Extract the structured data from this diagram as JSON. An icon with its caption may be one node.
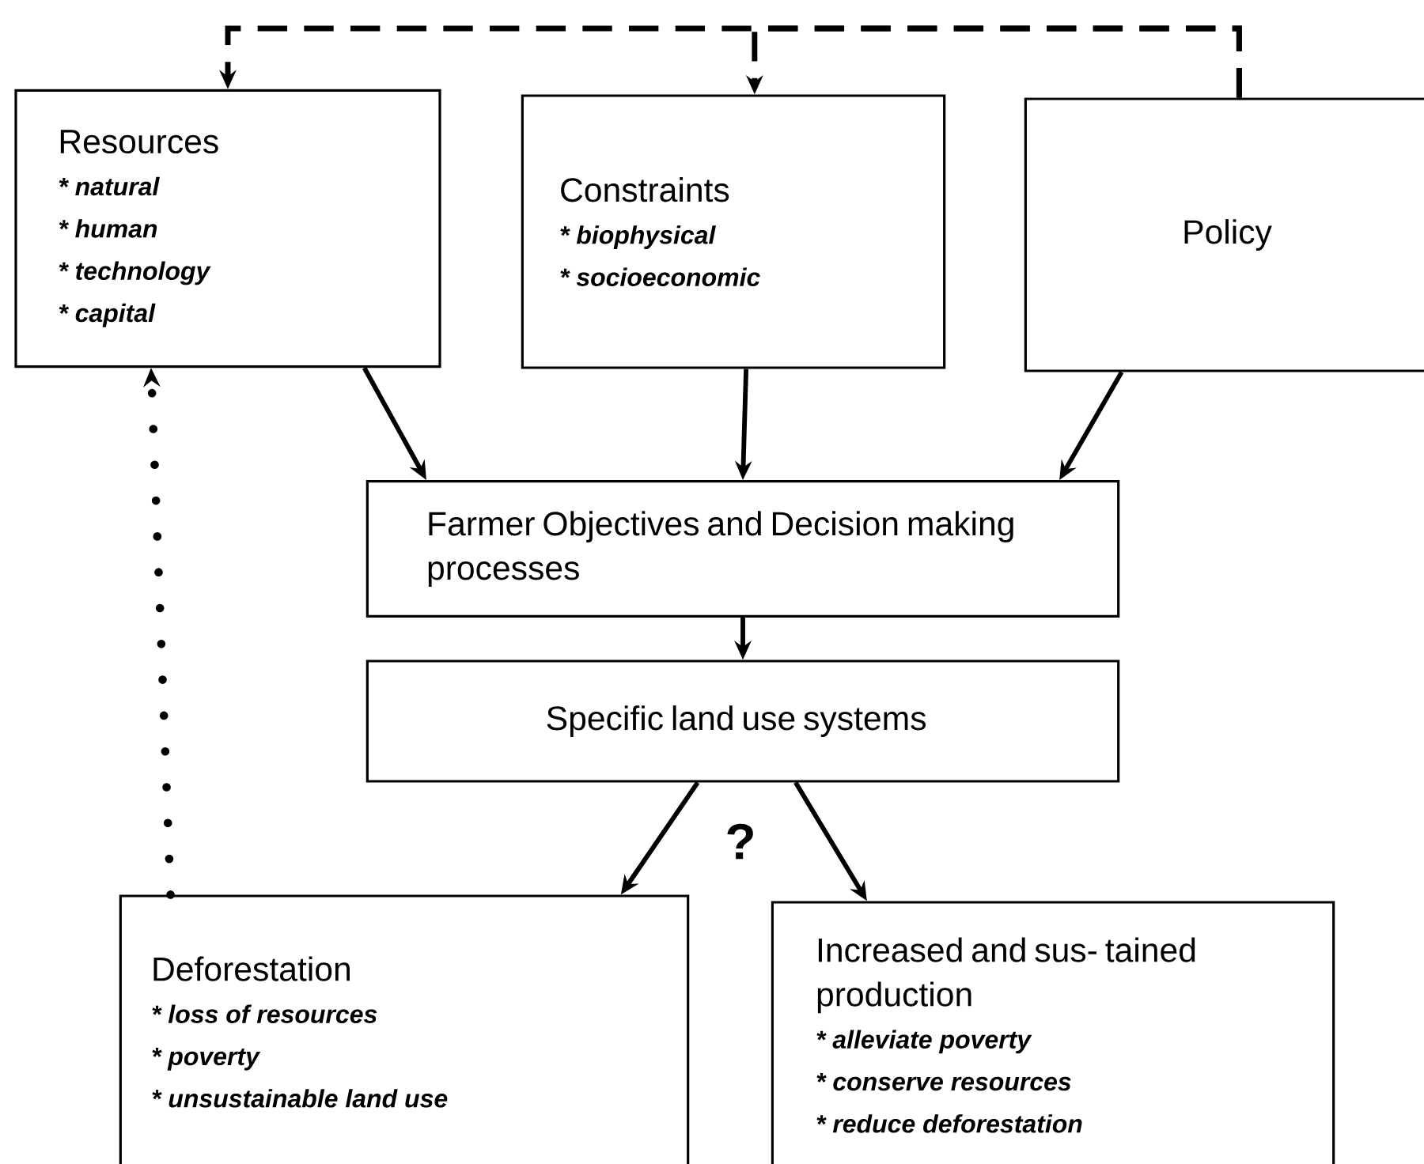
{
  "diagram": {
    "nodes": [
      {
        "text": [
          "Resources",
          "* natural",
          "* human",
          "* technology",
          "* capital"
        ]
      },
      {
        "text": [
          "Constraints",
          "* biophysical",
          "* socioeconomic"
        ]
      },
      {
        "text": [
          "Policy"
        ]
      },
      {
        "text": [
          "Farmer Objectives and Decision making processes"
        ]
      },
      {
        "text": [
          "Specific land use systems"
        ]
      },
      {
        "text": [
          "Deforestation",
          "* loss of resources",
          "* poverty",
          "* unsustainable land use"
        ]
      },
      {
        "text": [
          "Increased and sus- tained production",
          "* alleviate poverty",
          "* conserve resources",
          "* reduce deforestation"
        ]
      }
    ],
    "edges": [
      {
        "from": 0,
        "to": 3,
        "arrow": "to"
      },
      {
        "from": 1,
        "to": 3,
        "arrow": "to"
      },
      {
        "from": 2,
        "to": 3,
        "arrow": "to"
      },
      {
        "from": 3,
        "to": 4,
        "arrow": "to"
      },
      {
        "from": 4,
        "to": 5,
        "arrow": "to"
      },
      {
        "from": 4,
        "to": 6,
        "arrow": "to"
      },
      {
        "from": 5,
        "to": 0,
        "arrow": "to",
        "style": "dashed"
      },
      {
        "from": 2,
        "to": 0,
        "arrow": "to",
        "style": "dashed"
      },
      {
        "from": 2,
        "to": 1,
        "arrow": "to",
        "style": "dashed"
      }
    ],
    "labels": [
      "?"
    ]
  }
}
